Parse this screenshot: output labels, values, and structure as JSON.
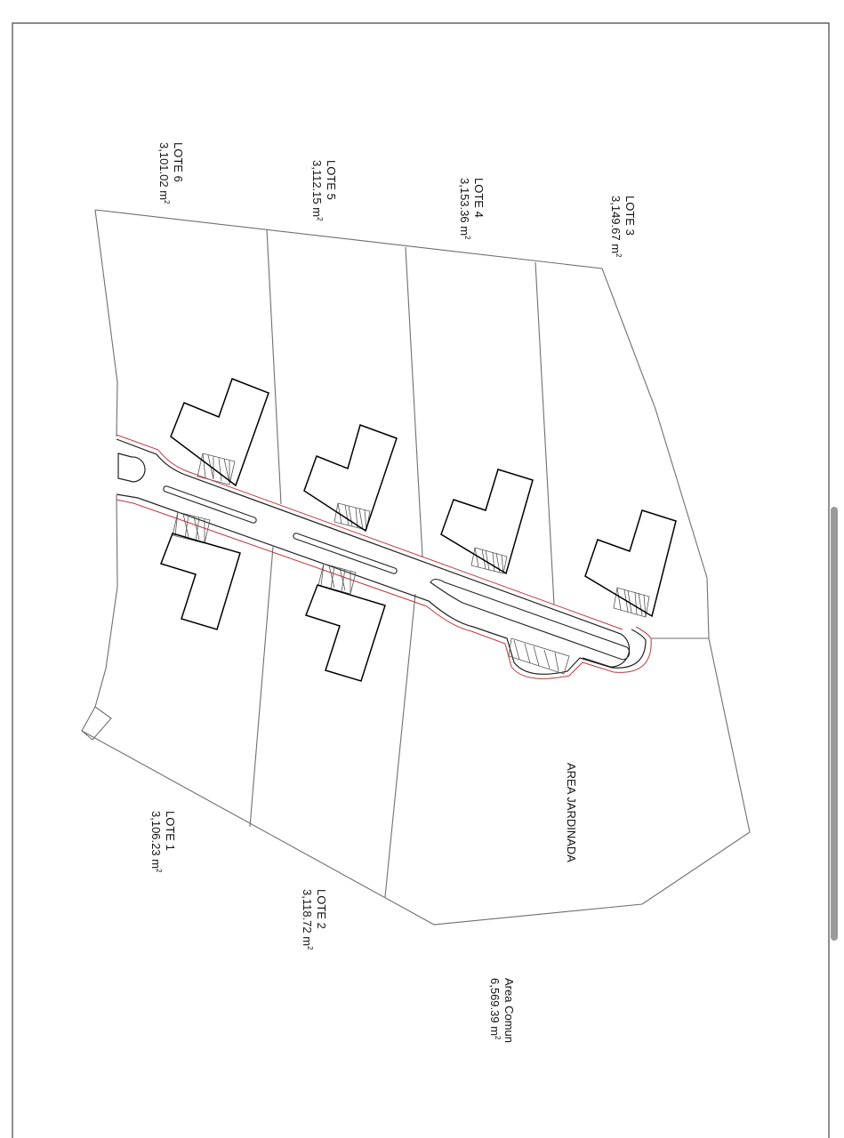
{
  "lots": [
    {
      "id": "lote6",
      "name": "LOTE 6",
      "area": "3,101.02 m",
      "unit_sup": "2"
    },
    {
      "id": "lote5",
      "name": "LOTE 5",
      "area": "3,112.15 m",
      "unit_sup": "2"
    },
    {
      "id": "lote4",
      "name": "LOTE 4",
      "area": "3,153.36 m",
      "unit_sup": "2"
    },
    {
      "id": "lote3",
      "name": "LOTE 3",
      "area": "3,149.67 m",
      "unit_sup": "2"
    },
    {
      "id": "lote1",
      "name": "LOTE 1",
      "area": "3,106.23 m",
      "unit_sup": "2"
    },
    {
      "id": "lote2",
      "name": "LOTE 2",
      "area": "3,118.72 m",
      "unit_sup": "2"
    }
  ],
  "garden_label": "AREA JARDINADA",
  "common_area": {
    "name": "Area Comun",
    "area": "6,569.39 m",
    "unit_sup": "2"
  },
  "colors": {
    "lot_lines": "#6f6f6f",
    "house_outline": "#000000",
    "road_edge": "#c0393b",
    "frame": "#444444",
    "scrollbar": "#9a9a9a"
  }
}
